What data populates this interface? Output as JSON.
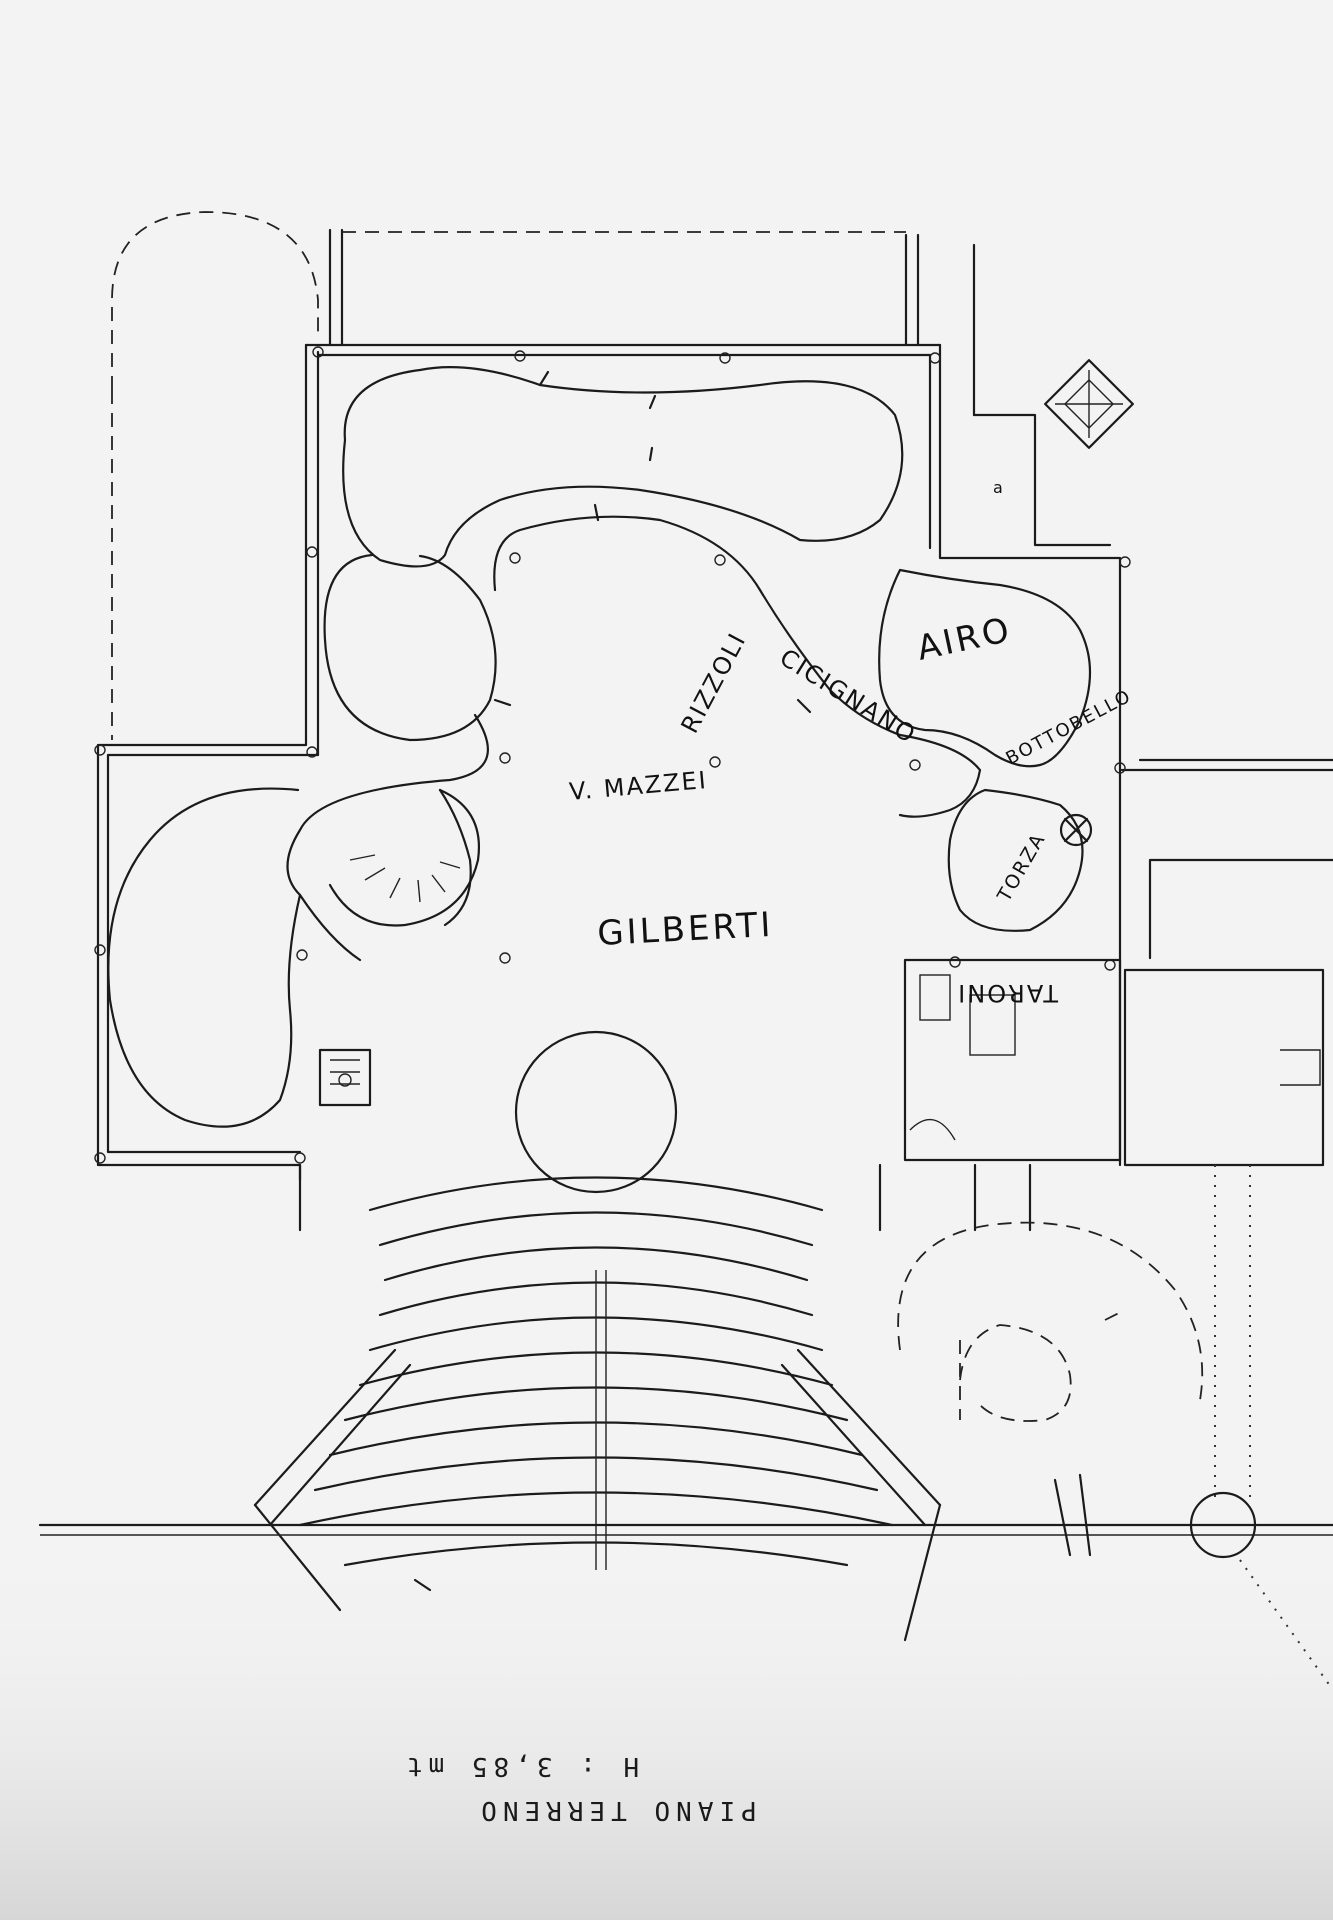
{
  "sheet": {
    "title": "PIANO TERRENO",
    "height_label": "H : 3,85 mt"
  },
  "handwritten_labels": {
    "airo": "AIRO",
    "rizzoli": "RIZZOLI",
    "ciccignano": "CICIGNANO",
    "bottobello": "BOTTOBELLO",
    "torza": "TORZA",
    "vmazzei": "V. MAZZEI",
    "gilberti": "GILBERTI",
    "taroni": "TARONI",
    "a": "a"
  },
  "colors": {
    "ink": "#1b1b1b",
    "paper": "#f3f3f3"
  }
}
